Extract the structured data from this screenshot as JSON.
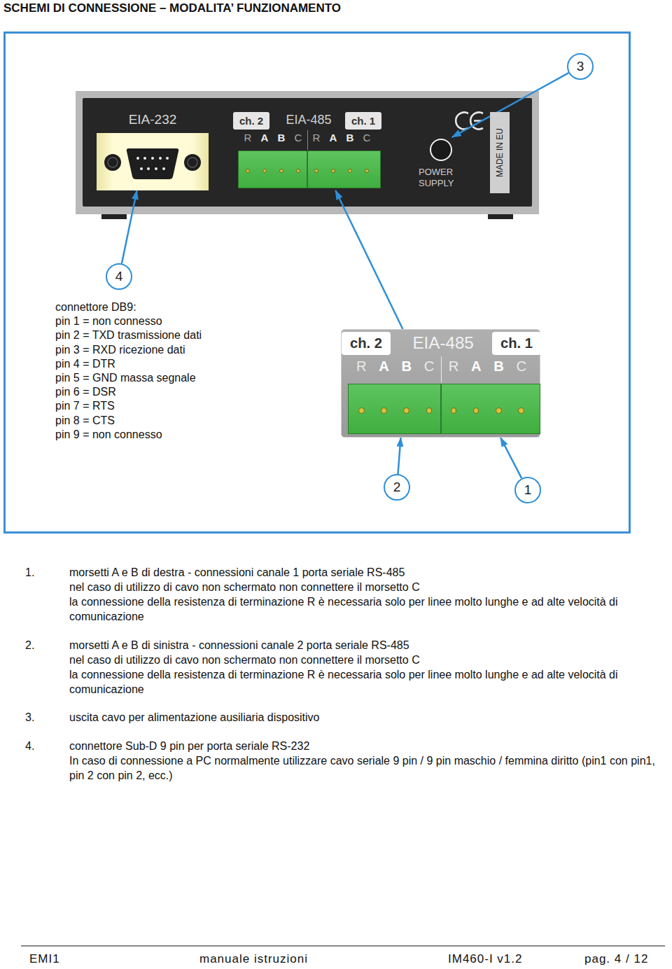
{
  "diagram": {
    "title": "SCHEMI DI CONNESSIONE – MODALITA’ FUNZIONAMENTO",
    "nodes": [
      {
        "text": [
          "3"
        ]
      },
      {
        "text": [
          "EIA-232"
        ]
      },
      {
        "text": [
          "ch. 2",
          "EIA-485",
          "ch. 1",
          "R",
          "A",
          "B",
          "C",
          "R",
          "A",
          "B",
          "C"
        ]
      },
      {
        "text": [
          "POWER SUPPLY"
        ]
      },
      {
        "text": [
          "MADE IN EU"
        ]
      },
      {
        "text": [
          "4"
        ]
      },
      {
        "text": [
          "ch. 2",
          "EIA-485",
          "ch. 1",
          "R",
          "A",
          "B",
          "C",
          "R",
          "A",
          "B",
          "C"
        ]
      },
      {
        "text": [
          "2"
        ]
      },
      {
        "text": [
          "1"
        ]
      }
    ],
    "edges": [
      {
        "from": 0,
        "to": 3,
        "arrow": "to"
      },
      {
        "from": 5,
        "to": 1,
        "arrow": "to"
      },
      {
        "from": 6,
        "to": 2,
        "arrow": "to"
      },
      {
        "from": 7,
        "to": 6,
        "arrow": "to"
      },
      {
        "from": 8,
        "to": 6,
        "arrow": "to"
      }
    ],
    "labels": [
      "connettore DB9:",
      "pin 1 = non connesso",
      "pin 2 = TXD trasmissione dati",
      "pin 3 = RXD ricezione dati",
      "pin 4 = DTR",
      "pin 5 = GND massa segnale",
      "pin 6 = DSR",
      "pin 7 = RTS",
      "pin 8 = CTS",
      "pin 9 = non connesso",
      "1.",
      "morsetti A e B di destra - connessioni canale 1 porta seriale RS-485",
      "nel caso di utilizzo di cavo non schermato non connettere il morsetto C",
      "la connessione della resistenza di terminazione R è necessaria solo per linee molto lunghe e ad alte velocità di comunicazione",
      "2.",
      "morsetti A e B di sinistra - connessioni canale 2 porta seriale RS-485",
      "nel caso di utilizzo di cavo non schermato non connettere il morsetto C",
      "la connessione della resistenza di terminazione R è necessaria solo per linee molto lunghe e ad alte velocità di comunicazione",
      "3.",
      "uscita cavo per alimentazione ausiliaria dispositivo",
      "4.",
      "connettore Sub-D 9 pin per porta seriale RS-232",
      "In caso di connessione a PC normalmente utilizzare cavo seriale 9 pin / 9 pin maschio / femmina diritto (pin1 con pin1, pin 2 con pin 2, ecc.)",
      "EMI1",
      "manuale istruzioni",
      "IM460-I v1.2",
      "pag. 4 / 12"
    ]
  }
}
